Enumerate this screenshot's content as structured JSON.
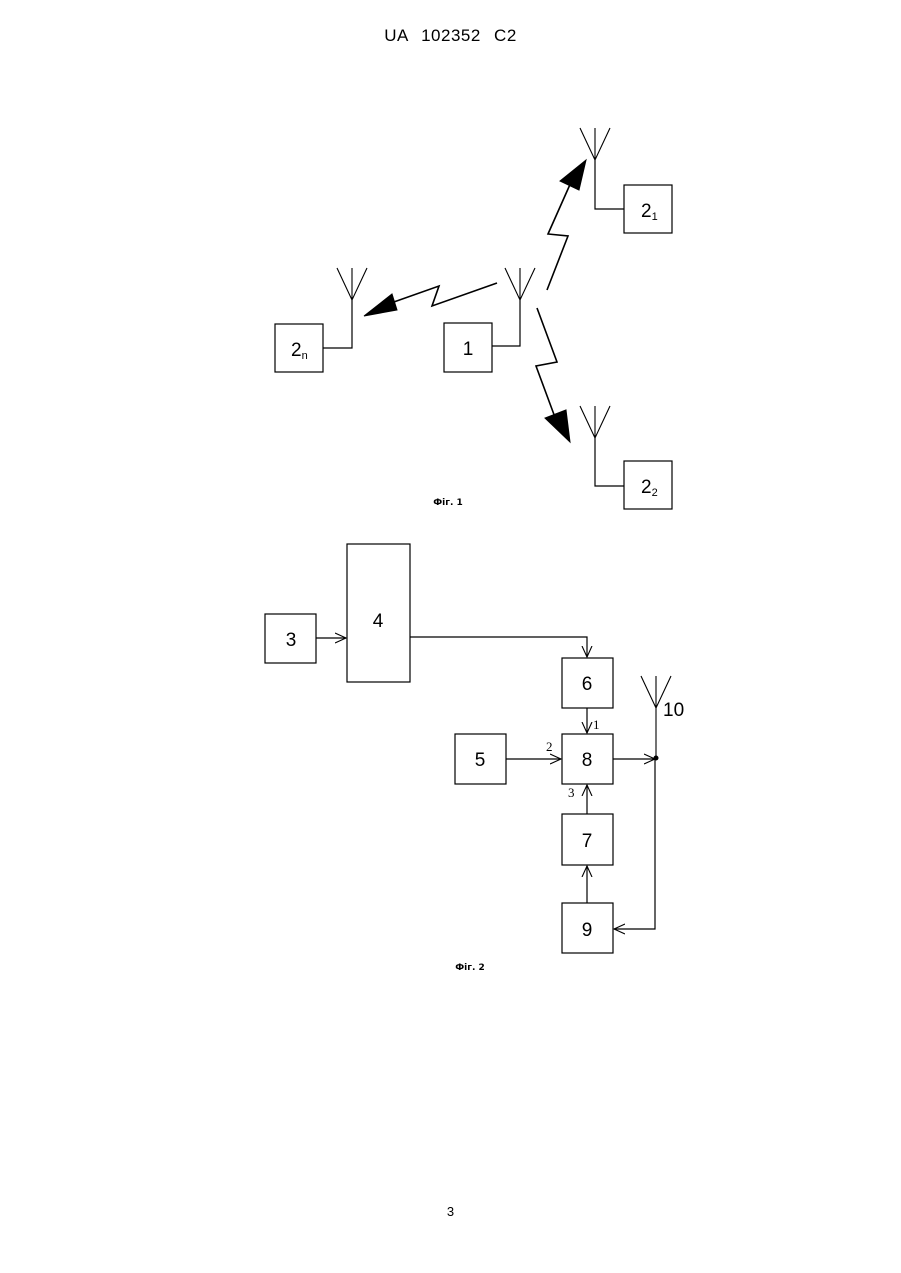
{
  "header": {
    "patent_number": "UA   102352   C2"
  },
  "page_number": "3",
  "fig1": {
    "caption": "Фiг. 1",
    "block_center": "1",
    "block_r1_main": "2",
    "block_r1_sub": "1",
    "block_r2_main": "2",
    "block_r2_sub": "2",
    "block_rn_main": "2",
    "block_rn_sub": "n"
  },
  "fig2": {
    "caption": "Фiг. 2",
    "blocks": [
      "3",
      "4",
      "5",
      "6",
      "7",
      "8",
      "9"
    ],
    "antenna_label": "10",
    "port_labels": [
      "1",
      "2",
      "3"
    ]
  }
}
